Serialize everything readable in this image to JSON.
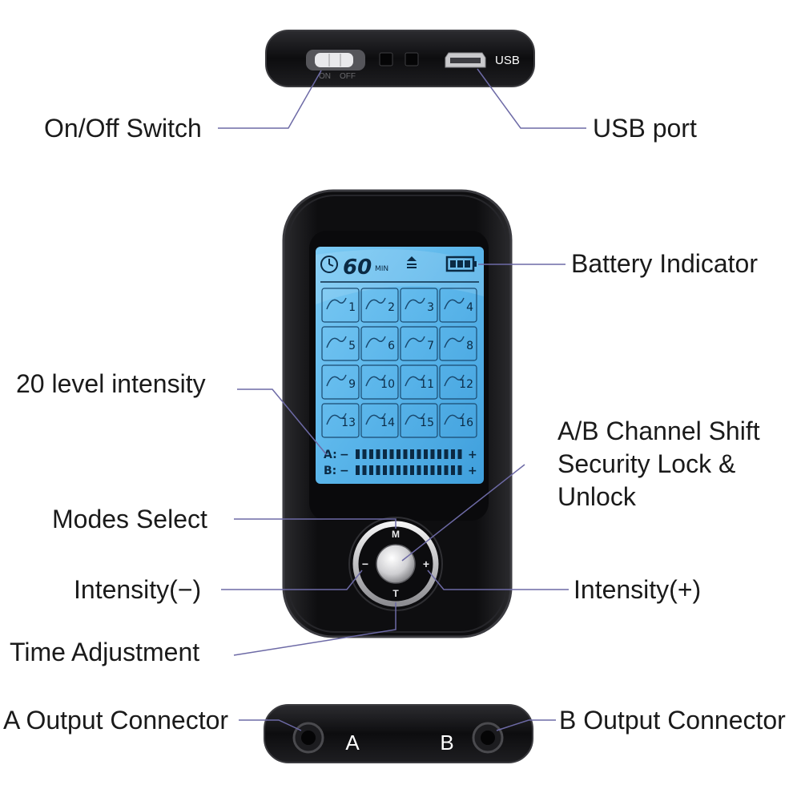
{
  "labels": {
    "on_off_switch": "On/Off Switch",
    "usb_port": "USB port",
    "battery_indicator": "Battery Indicator",
    "intensity_levels": "20 level intensity",
    "channel_shift": "A/B Channel Shift Security Lock & Unlock",
    "modes_select": "Modes Select",
    "intensity_minus": "Intensity(−)",
    "intensity_plus": "Intensity(+)",
    "time_adjustment": "Time Adjustment",
    "a_output": "A Output Connector",
    "b_output": "B Output Connector"
  },
  "top_device": {
    "switch_on": "ON",
    "switch_off": "OFF",
    "usb_text": "USB"
  },
  "screen": {
    "timer_value": "60",
    "timer_unit": "MIN",
    "modes": [
      "1",
      "2",
      "3",
      "4",
      "5",
      "6",
      "7",
      "8",
      "9",
      "10",
      "11",
      "12",
      "13",
      "14",
      "15",
      "16"
    ],
    "channel_a": "A:",
    "channel_b": "B:",
    "minus": "−",
    "plus": "+"
  },
  "keypad": {
    "mode_key": "M",
    "time_key": "T",
    "minus_key": "−",
    "plus_key": "+"
  },
  "bottom_device": {
    "port_a": "A",
    "port_b": "B"
  },
  "colors": {
    "device_body": "#141416",
    "screen_blue": "#5cb8ec",
    "leader_line": "#6d6aa6"
  }
}
